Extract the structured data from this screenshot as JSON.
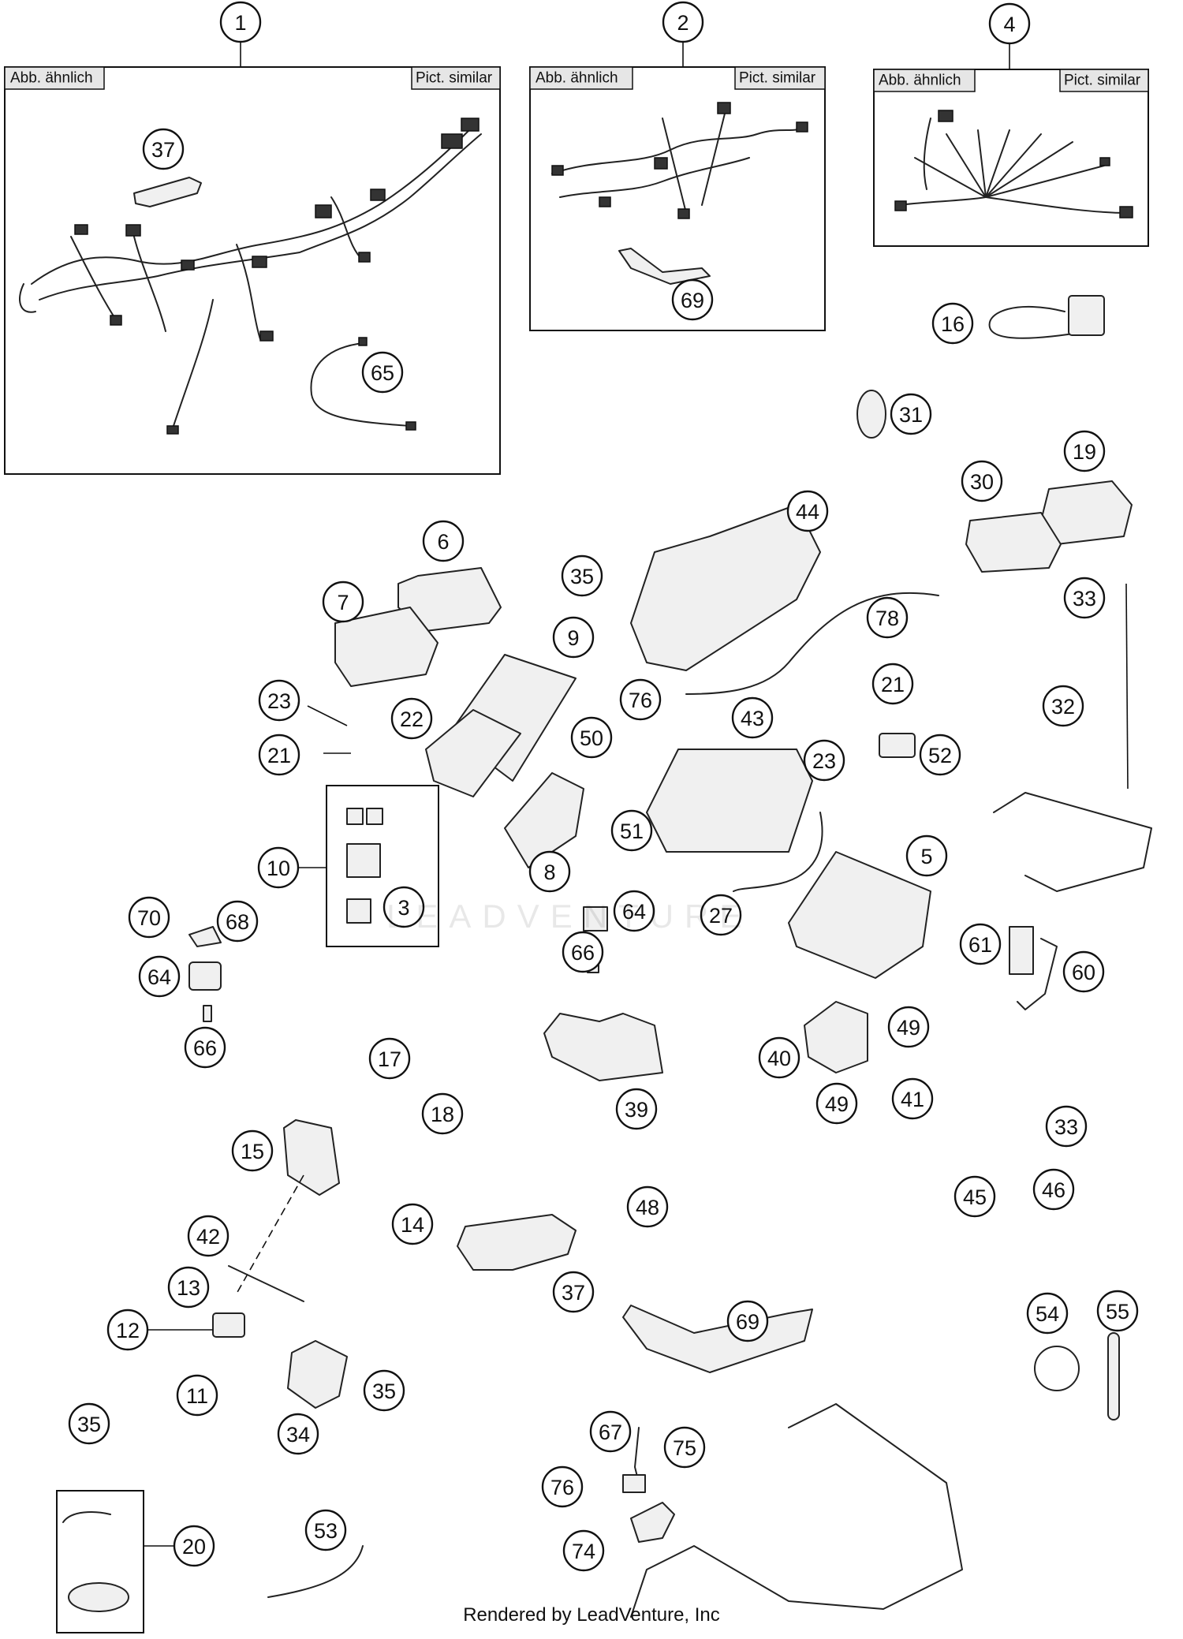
{
  "boxes": [
    {
      "callout": "1",
      "tag_left": "Abb. ähnlich",
      "tag_right": "Pict. similar"
    },
    {
      "callout": "2",
      "tag_left": "Abb. ähnlich",
      "tag_right": "Pict. similar"
    },
    {
      "callout": "4",
      "tag_left": "Abb. ähnlich",
      "tag_right": "Pict. similar"
    }
  ],
  "callouts": [
    "37",
    "65",
    "69",
    "16",
    "31",
    "19",
    "30",
    "44",
    "6",
    "7",
    "35",
    "9",
    "78",
    "33",
    "32",
    "76",
    "43",
    "21",
    "52",
    "23",
    "22",
    "50",
    "21",
    "23",
    "51",
    "8",
    "10",
    "3",
    "5",
    "27",
    "64",
    "70",
    "68",
    "64",
    "66",
    "66",
    "61",
    "60",
    "49",
    "40",
    "49",
    "41",
    "39",
    "17",
    "18",
    "15",
    "33",
    "45",
    "46",
    "14",
    "48",
    "42",
    "13",
    "37",
    "12",
    "69",
    "11",
    "35",
    "34",
    "54",
    "55",
    "35",
    "67",
    "75",
    "76",
    "74",
    "20",
    "53"
  ],
  "watermark": "LEADVENTURE",
  "footer": "Rendered by LeadVenture, Inc",
  "colors": {
    "ink": "#111111",
    "tag_fill": "#e6e6e6",
    "paper": "#ffffff"
  }
}
